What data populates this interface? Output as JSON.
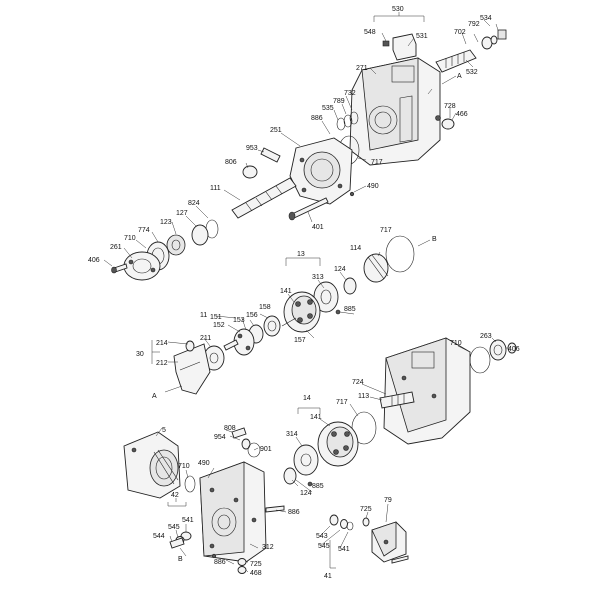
{
  "labels": {
    "l530": "530",
    "l548": "548",
    "l531": "531",
    "l534": "534",
    "l792": "792",
    "l702": "702",
    "l532": "532",
    "l271": "271",
    "lA1": "A",
    "l728": "728",
    "l466a": "466",
    "l732": "732",
    "l789": "789",
    "l535": "535",
    "l886a": "886",
    "l251": "251",
    "l717a": "717",
    "l953": "953",
    "l806": "806",
    "l490a": "490",
    "l111": "111",
    "l401": "401",
    "l824": "824",
    "l127": "127",
    "l123": "123",
    "l774": "774",
    "l710a": "710",
    "l261": "261",
    "l406a": "406",
    "l717b": "717",
    "lB1": "B",
    "l114": "114",
    "l13": "13",
    "l141a": "141",
    "l313": "313",
    "l124a": "124",
    "l885a": "885",
    "l11": "11",
    "l151": "151",
    "l152": "152",
    "l158": "158",
    "l153": "153",
    "l156": "156",
    "l211": "211",
    "l157": "157",
    "l30": "30",
    "l214": "214",
    "l212": "212",
    "lA2": "A",
    "l710b": "710",
    "l263": "263",
    "l406b": "406",
    "l724": "724",
    "l113": "113",
    "l717c": "717",
    "l14": "14",
    "l314": "314",
    "l141b": "141",
    "l5": "5",
    "l808": "808",
    "l954": "954",
    "l901": "901",
    "l710c": "710",
    "l490b": "490",
    "l885b": "885",
    "l124b": "124",
    "l886b": "886",
    "l42": "42",
    "l545a": "545",
    "l541a": "541",
    "l544": "544",
    "lB2": "B",
    "l312": "312",
    "l886c": "886",
    "l725a": "725",
    "l468": "468",
    "l725b": "725",
    "l79": "79",
    "l543": "543",
    "l545b": "545",
    "l541b": "541",
    "l41": "41"
  }
}
